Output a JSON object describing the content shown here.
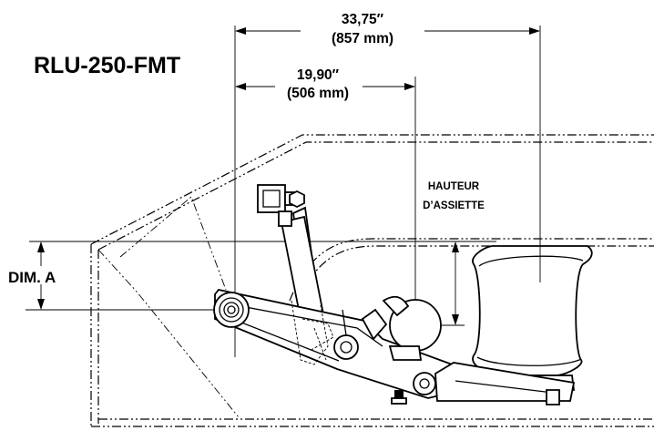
{
  "model": "RLU-250-FMT",
  "dimensions": {
    "overall": {
      "inches": "33,75″",
      "mm": "(857 mm)"
    },
    "pivot_to_axle": {
      "inches": "19,90″",
      "mm": "(506 mm)"
    },
    "dim_a": "DIM. A",
    "ride_height": {
      "line1": "HAUTEUR",
      "line2": "D’ASSIETTE"
    }
  }
}
